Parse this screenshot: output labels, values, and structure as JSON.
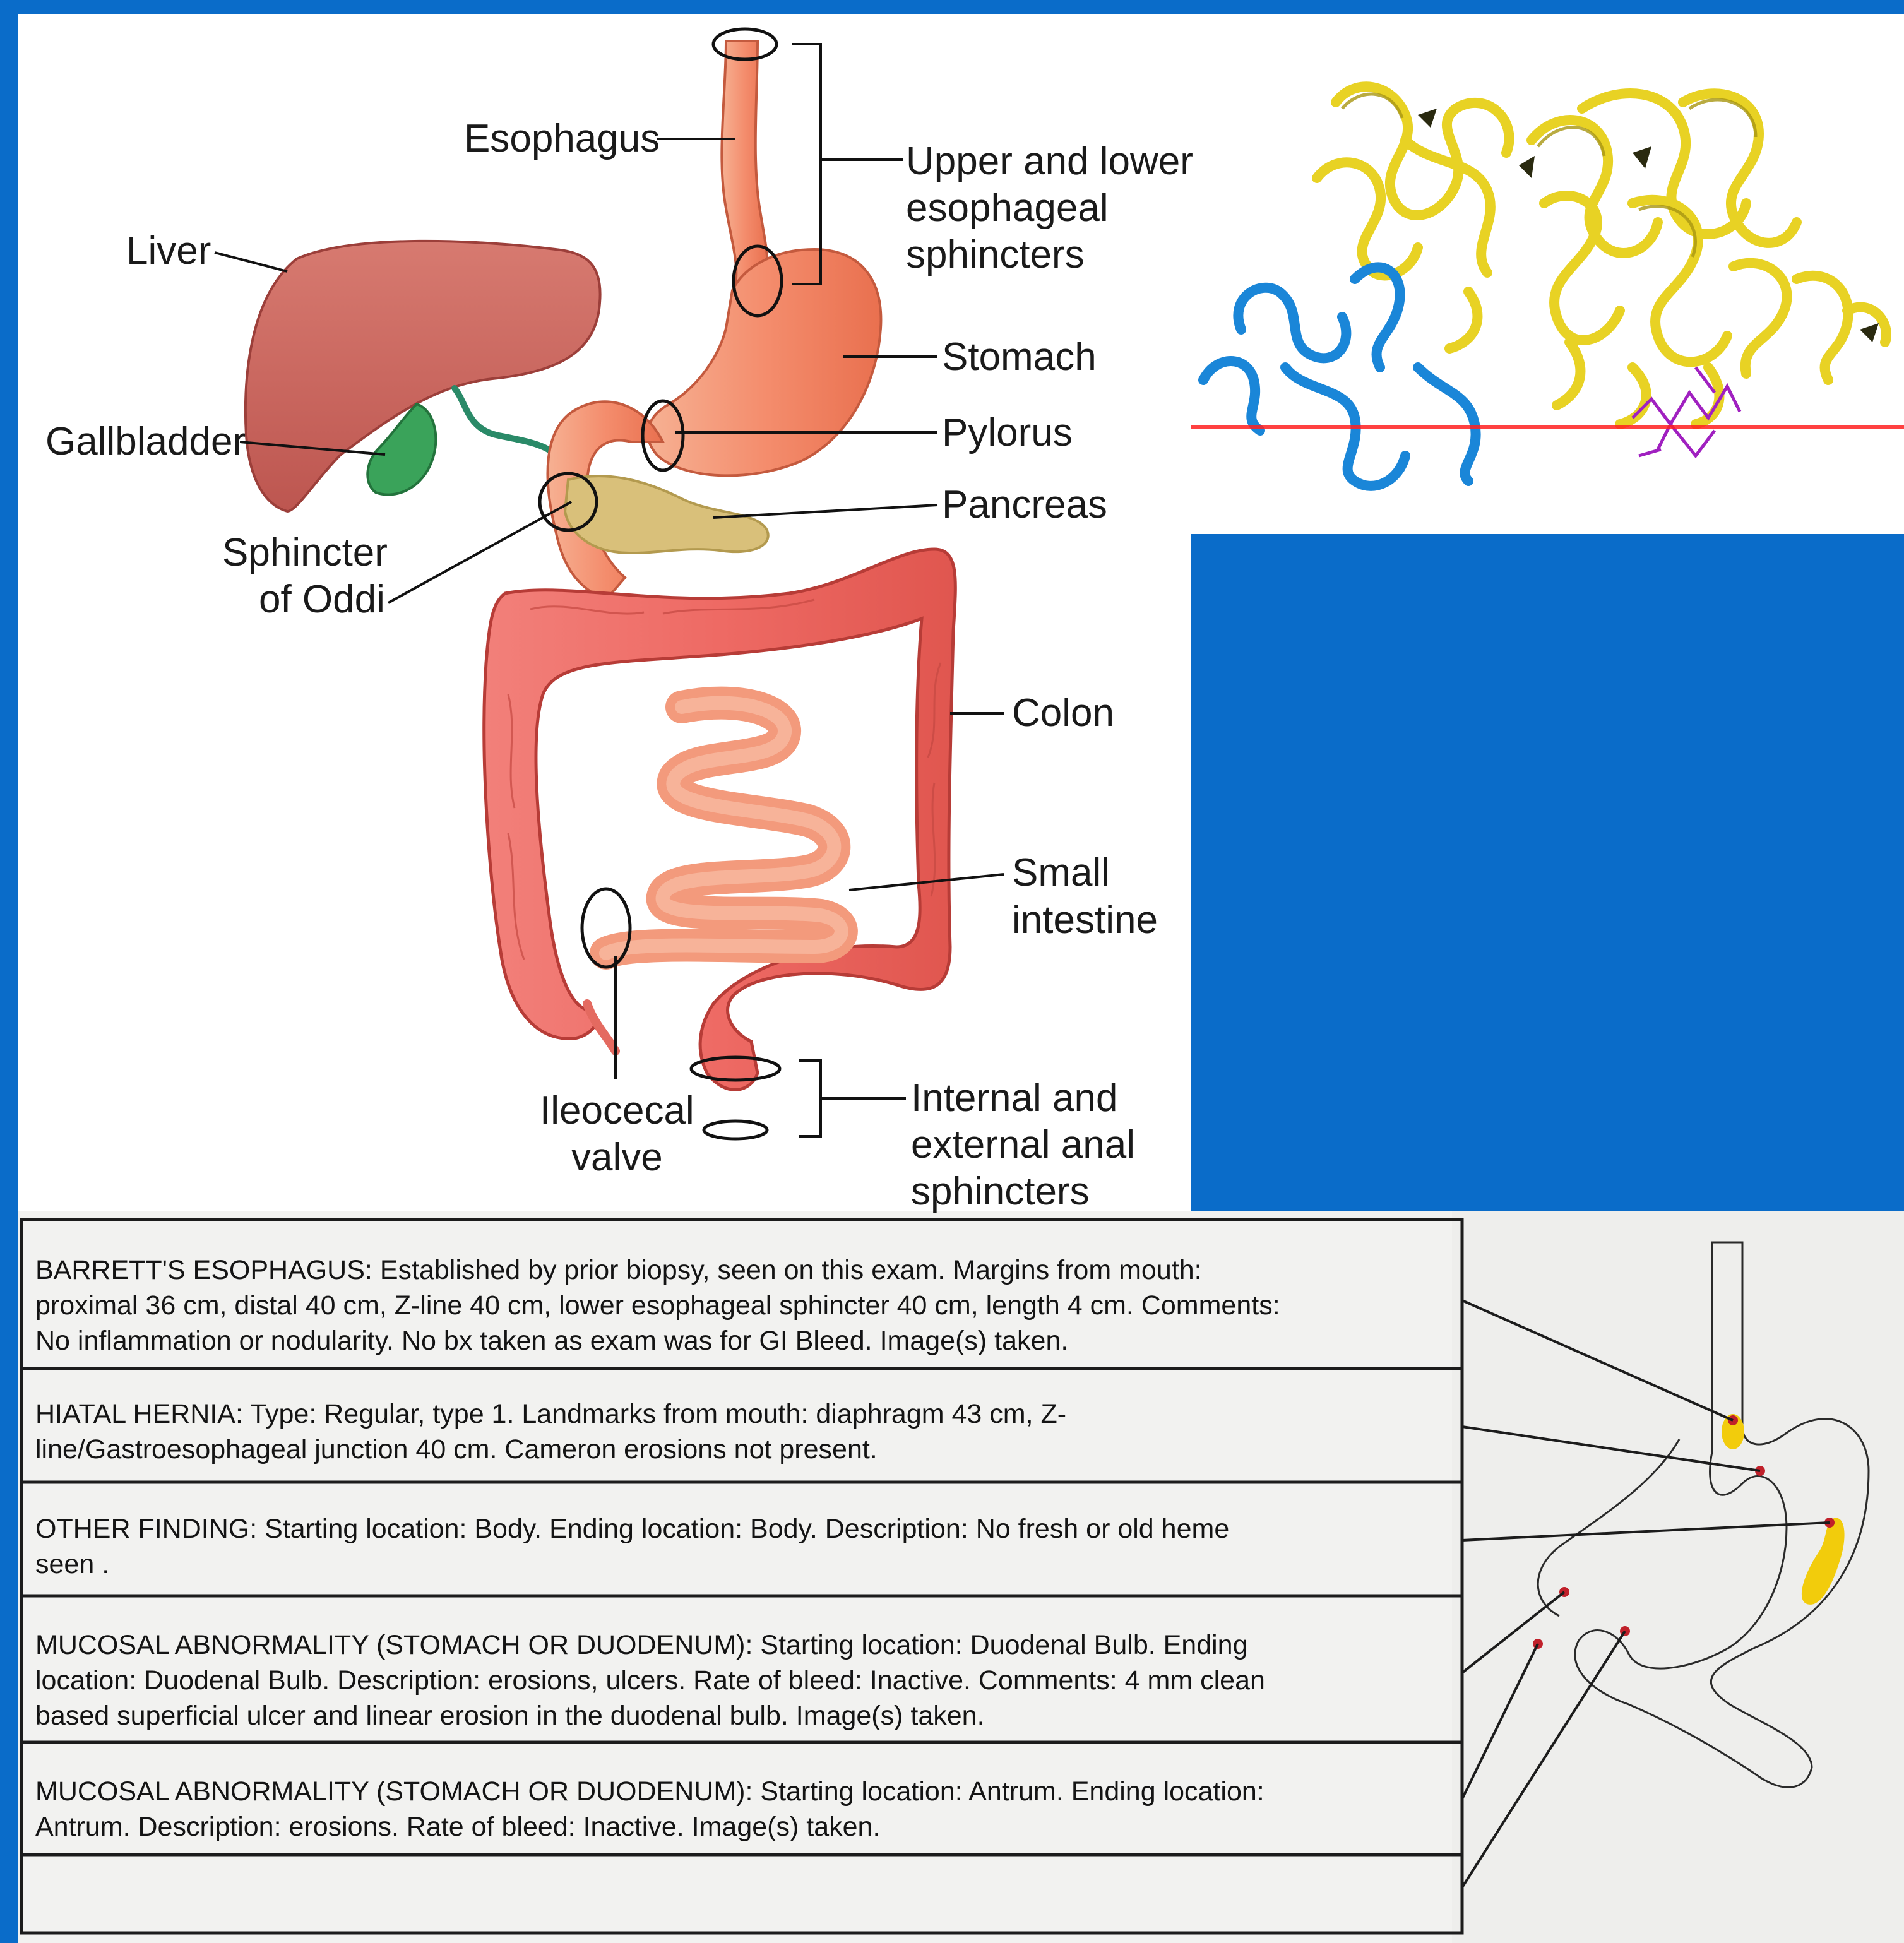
{
  "anatomy": {
    "labels": {
      "esophagus": "Esophagus",
      "liver": "Liver",
      "sphincters_upper_line1": "Upper and lower",
      "sphincters_upper_line2": "esophageal",
      "sphincters_upper_line3": "sphincters",
      "stomach": "Stomach",
      "gallbladder": "Gallbladder",
      "pylorus": "Pylorus",
      "pancreas": "Pancreas",
      "oddi_line1": "Sphincter",
      "oddi_line2": "of Oddi",
      "colon": "Colon",
      "small_line1": "Small",
      "small_line2": "intestine",
      "ileo_line1": "Ileocecal",
      "ileo_line2": "valve",
      "anal_line1": "Internal and",
      "anal_line2": "external anal",
      "anal_line3": "sphincters"
    },
    "colors": {
      "organ_salmon": "#f59a7a",
      "colon_red": "#ee6a64",
      "liver": "#c8625a",
      "gallbladder": "#3aa35a",
      "pancreas": "#d9c07a"
    }
  },
  "protein": {
    "colors": {
      "chain_a": "#e8d224",
      "chain_b": "#1a86d8",
      "ligand": "#a020c0",
      "membrane_line": "#ff2020"
    }
  },
  "report": {
    "rows": [
      {
        "head": "BARRETT'S ESOPHAGUS:",
        "body_line1": "  Established by prior biopsy, seen on this exam. Margins from mouth:",
        "body_line2": "proximal 36 cm, distal 40 cm, Z-line 40 cm, lower esophageal sphincter 40 cm, length 4 cm. Comments:",
        "body_line3": "No inflammation or nodularity. No bx taken as exam was for GI Bleed.  Image(s) taken."
      },
      {
        "head": "HIATAL HERNIA:",
        "body_line1": " Type: Regular, type 1. Landmarks from mouth: diaphragm 43 cm, Z-",
        "body_line2": "line/Gastroesophageal junction 40 cm.  Cameron erosions not present."
      },
      {
        "head": "OTHER FINDING:",
        "body_line1": " Starting location: Body. Ending location: Body. Description: No fresh or old heme",
        "body_line2": "seen ."
      },
      {
        "head": "MUCOSAL ABNORMALITY (STOMACH OR DUODENUM):",
        "body_line1": " Starting location: Duodenal Bulb. Ending",
        "body_line2": "location: Duodenal Bulb. Description: erosions, ulcers. Rate of bleed: Inactive. Comments: 4 mm clean",
        "body_line3": "based superficial ulcer and linear erosion in the duodenal bulb. Image(s) taken."
      },
      {
        "head": "MUCOSAL ABNORMALITY (STOMACH OR DUODENUM):",
        "body_line1": " Starting location: Antrum. Ending location:",
        "body_line2": "Antrum. Description: erosions. Rate of bleed: Inactive. Image(s) taken."
      }
    ],
    "colors": {
      "paper": "#f1f1ef",
      "marker_yellow": "#f2cc0c",
      "marker_red": "#c0202a"
    }
  }
}
